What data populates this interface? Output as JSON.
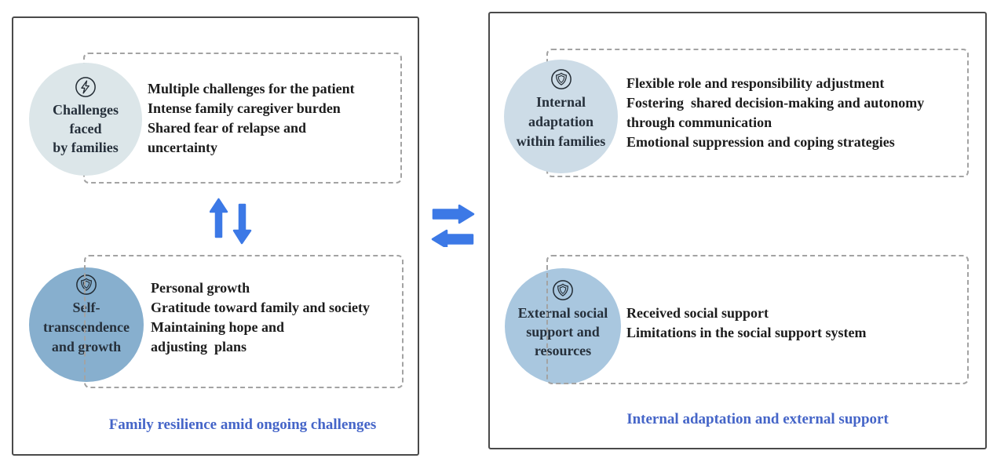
{
  "colors": {
    "arrow_blue": "#3c79e6",
    "caption_blue": "#4565c8",
    "challenges_circle_fill": "#dce6e9",
    "growth_circle_fill": "#87afce",
    "internal_circle_fill": "#cddce7",
    "external_circle_fill": "#a9c7df",
    "dashed_border": "#a3a3a3",
    "panel_border": "#4a4a4a",
    "body_text": "#1c1c1c"
  },
  "left_panel": {
    "caption": "Family resilience amid ongoing challenges",
    "challenges": {
      "icon": "lightning-icon",
      "circle_label": "Challenges\nfaced\nby families",
      "box_text": "Multiple challenges for the patient\nIntense family caregiver burden\nShared fear of relapse and\nuncertainty"
    },
    "growth": {
      "icon": "shield-icon",
      "circle_label": "Self-\ntranscendence\nand growth",
      "box_text": "Personal growth\nGratitude toward family and society\nMaintaining hope and\nadjusting  plans"
    }
  },
  "right_panel": {
    "caption": "Internal adaptation and external support",
    "internal": {
      "icon": "shield-icon",
      "circle_label": "Internal\nadaptation\nwithin families",
      "box_text": "Flexible role and responsibility adjustment\nFostering  shared decision-making and autonomy\nthrough communication\nEmotional suppression and coping strategies"
    },
    "external": {
      "icon": "shield-icon",
      "circle_label": "External social\nsupport and\nresources",
      "box_text": "Received social support\nLimitations in the social support system"
    }
  }
}
